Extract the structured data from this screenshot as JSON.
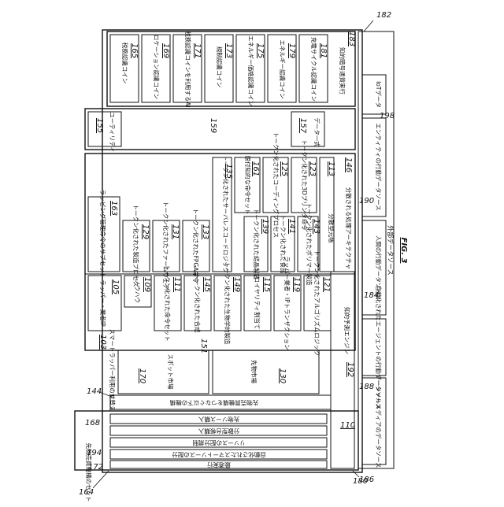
{
  "figure_label": "FIG. 3",
  "refs": {
    "r182": "182",
    "r180": "180",
    "r164": "164",
    "r144": "144",
    "r168": "168",
    "r194": "194",
    "r172": "172",
    "r188": "188",
    "r186": "186",
    "r184": "184",
    "r190": "190",
    "r198": "198",
    "r151": "151",
    "r159": "159"
  },
  "sections": {
    "external_sources": "外部データソース",
    "smart_contract_set": "先物売買機構のセット",
    "smart_contract_options": "先物売買機構をつなぐ以下の機構",
    "knowledge_engine": "知的予測エンジン",
    "distributed_architecture": "分散される処理アーキテクチャ",
    "distributed_ledger": "分散型元帳",
    "spot_market": "スポット市場",
    "futures_market": "先物市場",
    "smart_wrapper": "スマートラッパー利用の並替え"
  },
  "blocks": {
    "b165": {
      "num": "165",
      "label": "税務認識コイン"
    },
    "b169": {
      "num": "169",
      "label": "ロケーション認識コイン"
    },
    "b171": {
      "num": "171",
      "label": "税務認識コインを利用するAI"
    },
    "b173": {
      "num": "173",
      "label": "規制認識コイン"
    },
    "b175": {
      "num": "175",
      "label": "エネルギー価格認識コイン"
    },
    "b179": {
      "num": "179",
      "label": "エネルギー認識コイン"
    },
    "b181": {
      "num": "181",
      "label": "充電サイクル認識コイン"
    },
    "b183": {
      "num": "183",
      "label": "知的暗号通貨実行"
    },
    "b155": {
      "num": "155",
      "label": "ユーティリティ"
    },
    "b157": {
      "num": "157",
      "label": "データ一式"
    },
    "b163": {
      "num": "163",
      "label": "ラッピング管理命令のサブセット"
    },
    "b129": {
      "num": "129",
      "label": "トークン化された製造プロセス"
    },
    "b131": {
      "num": "131",
      "label": "トークン化されたファームウェア"
    },
    "b133": {
      "num": "133",
      "label": "トークン化されたFPGA命令"
    },
    "b135": {
      "num": "135",
      "label": "トークン化されたサーバレスコードロジック"
    },
    "b161": {
      "num": "161",
      "label": "限付知的な命令セット"
    },
    "b125": {
      "num": "125",
      "label": "トークン化されたコーディングプロセス"
    },
    "b123": {
      "num": "123",
      "label": "トークン化された3Dプリンタ命令"
    },
    "b113": {
      "num": "113",
      "label": "分散型元帳"
    },
    "b146": {
      "num": "146",
      "label": "分散される処理アーキテクチャ"
    },
    "b105": {
      "num": "105",
      "label": "ラッパー・業者IP"
    },
    "b109": {
      "num": "109",
      "label": "ノウハウ"
    },
    "b111": {
      "num": "111",
      "label": "トークン化された命令セット"
    },
    "b145": {
      "num": "145",
      "label": "トークン化された合成"
    },
    "b149": {
      "num": "149",
      "label": "トークン化された生物学的製造"
    },
    "b139": {
      "num": "139",
      "label": "トークン化された結晶製造"
    },
    "b141": {
      "num": "141",
      "label": "トークン化された食品"
    },
    "b143": {
      "num": "143",
      "label": "トークン化されたポリマー製造"
    },
    "b115": {
      "num": "115",
      "label": "ロイヤリティ割当て"
    },
    "b119": {
      "num": "119",
      "label": "ラッパー業者・IPトランザクション"
    },
    "b121": {
      "num": "121",
      "label": "トークン化されたアルゴリズムロジック"
    },
    "b103": {
      "num": "103",
      "label": "スマートラッパー利用の並替え"
    },
    "b170": {
      "num": "170",
      "label": "スポット市場"
    },
    "b130": {
      "num": "130",
      "label": "先物市場"
    },
    "b192": {
      "num": "192",
      "label": "知的予測エンジン"
    },
    "b110": {
      "num": "110",
      "label": "先物売買機構のセット"
    },
    "b166": {
      "label": "先物ソース購入"
    },
    "b174": {
      "label": "分散型台帳購入"
    },
    "b176": {
      "label": "リソースの配分規制"
    },
    "b178": {
      "label": "自動化されたスマートソースの配分"
    },
    "b196": {
      "label": "最適実行"
    },
    "b186b": {
      "label": "ソーシャルメディアのデータソース"
    },
    "b188b": {
      "label": "自動化されたエージェントの行動データソース"
    },
    "b184b": {
      "label": "人間の行動データソース"
    },
    "b190b": {
      "label": "エンティティの行動データソース"
    },
    "b198b": {
      "label": "IoTデータ"
    }
  }
}
